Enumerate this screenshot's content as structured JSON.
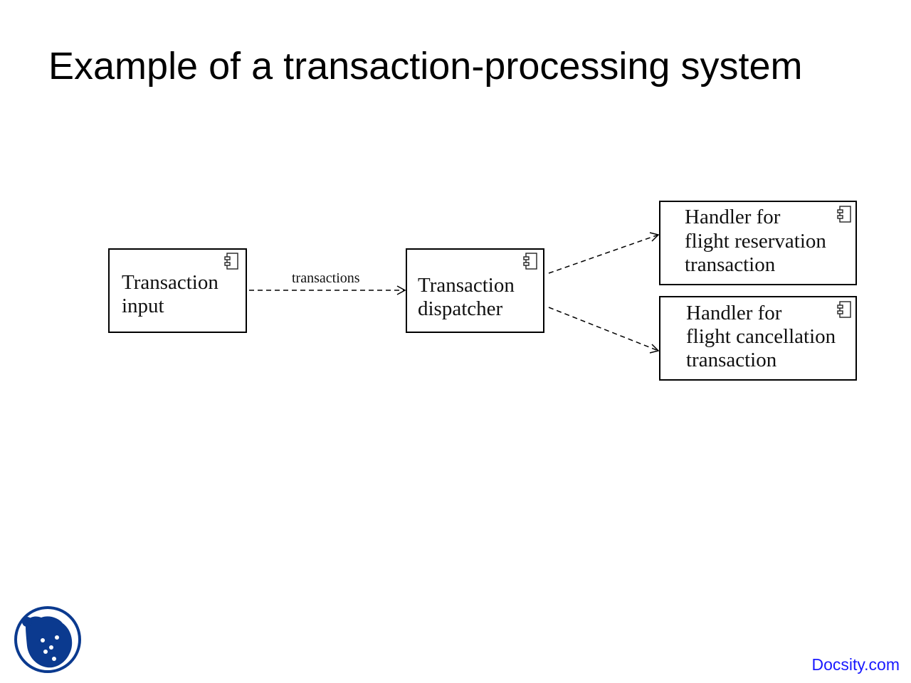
{
  "slide": {
    "title": "Example of a transaction-processing system"
  },
  "diagram": {
    "nodes": {
      "transaction_input": [
        "Transaction",
        "input"
      ],
      "transaction_dispatcher": [
        "Transaction",
        "dispatcher"
      ],
      "handler_reservation": [
        "Handler for",
        "flight reservation",
        "transaction"
      ],
      "handler_cancellation": [
        "Handler for",
        "flight cancellation",
        "transaction"
      ]
    },
    "edges": {
      "input_to_dispatcher": "transactions"
    }
  },
  "footer": {
    "site": "Docsity.com"
  },
  "colors": {
    "link": "#1a1aff",
    "logo": "#0b3a8f"
  }
}
